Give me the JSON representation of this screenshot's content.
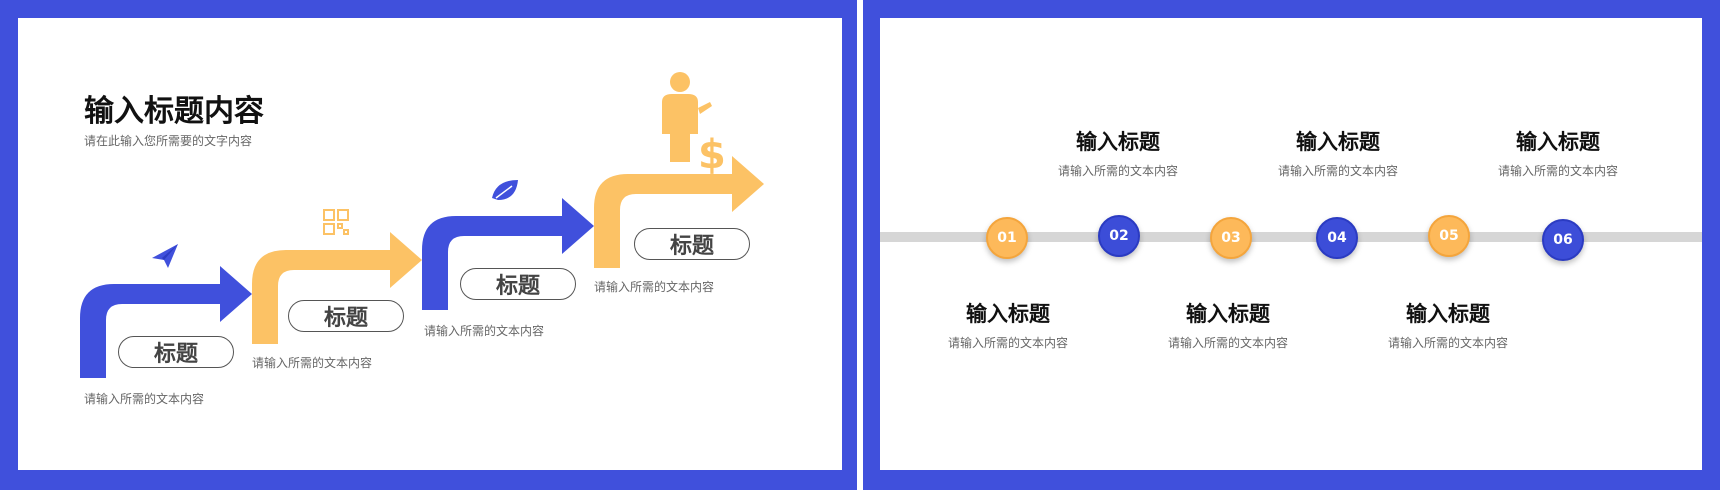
{
  "colors": {
    "frame": "#4050DC",
    "blue": "#4050DC",
    "yellow": "#FCC265"
  },
  "left_slide": {
    "title": "输入标题内容",
    "subtitle": "请在此输入您所需要的文字内容",
    "steps": [
      {
        "label": "标题",
        "desc": "请输入所需的文本内容",
        "color": "blue",
        "icon": "paper-plane-icon"
      },
      {
        "label": "标题",
        "desc": "请输入所需的文本内容",
        "color": "yellow",
        "icon": "qr-code-icon"
      },
      {
        "label": "标题",
        "desc": "请输入所需的文本内容",
        "color": "blue",
        "icon": "leaf-icon"
      },
      {
        "label": "标题",
        "desc": "请输入所需的文本内容",
        "color": "yellow",
        "icon": "businessman-dollar-icon"
      }
    ]
  },
  "right_slide": {
    "nodes": [
      "01",
      "02",
      "03",
      "04",
      "05",
      "06"
    ],
    "top_items": [
      {
        "title": "输入标题",
        "desc": "请输入所需的文本内容"
      },
      {
        "title": "输入标题",
        "desc": "请输入所需的文本内容"
      },
      {
        "title": "输入标题",
        "desc": "请输入所需的文本内容"
      }
    ],
    "bottom_items": [
      {
        "title": "输入标题",
        "desc": "请输入所需的文本内容"
      },
      {
        "title": "输入标题",
        "desc": "请输入所需的文本内容"
      },
      {
        "title": "输入标题",
        "desc": "请输入所需的文本内容"
      }
    ]
  }
}
